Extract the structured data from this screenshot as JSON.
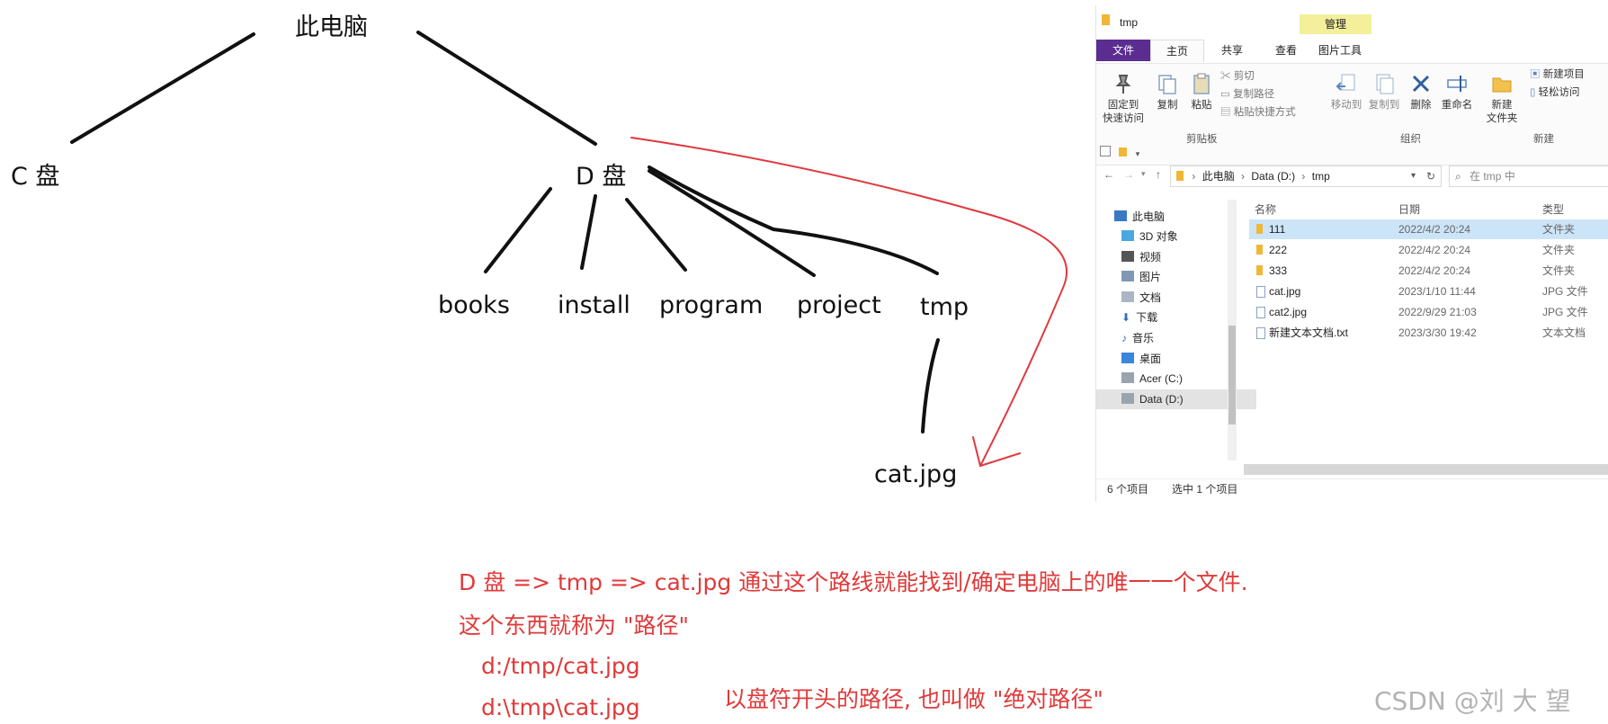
{
  "tree": {
    "root": "此电脑",
    "drive_c": "C 盘",
    "drive_d": "D 盘",
    "folders": [
      "books",
      "install",
      "program",
      "project",
      "tmp"
    ],
    "file": "cat.jpg"
  },
  "annotation": {
    "line1": "D 盘 => tmp => cat.jpg 通过这个路线就能找到/确定电脑上的唯一一个文件.",
    "line2": "这个东西就称为 \"路径\"",
    "path_forward": "d:/tmp/cat.jpg",
    "path_backslash": "d:\\tmp\\cat.jpg",
    "absolute_note": "以盘符开头的路径, 也叫做 \"绝对路径\""
  },
  "watermark": "CSDN @刘 大 望",
  "colors": {
    "annotation": "#e03a3a",
    "arrow": "#e0393e",
    "manage_tab": "#f3ef9a",
    "file_tab": "#1e6fb8",
    "selection": "#cce4f7"
  },
  "explorer": {
    "title": "tmp",
    "tabs": [
      "文件",
      "主页",
      "共享",
      "查看",
      "图片工具"
    ],
    "manage_label": "管理",
    "ribbon": {
      "pin": "固定到\n快速访问",
      "copy": "复制",
      "paste": "粘贴",
      "cut": "剪切",
      "copy_path": "复制路径",
      "paste_shortcut": "粘贴快捷方式",
      "move_to": "移动到",
      "copy_to": "复制到",
      "delete": "删除",
      "rename": "重命名",
      "new_folder": "新建\n文件夹",
      "new_item": "新建项目",
      "easy_access": "轻松访问",
      "group_clipboard": "剪贴板",
      "group_organize": "组织",
      "group_new": "新建"
    },
    "breadcrumb": [
      "此电脑",
      "Data (D:)",
      "tmp"
    ],
    "search_placeholder": "在 tmp 中",
    "columns": {
      "name": "名称",
      "date": "日期",
      "type": "类型"
    },
    "nav": [
      "此电脑",
      "3D 对象",
      "视频",
      "图片",
      "文档",
      "下载",
      "音乐",
      "桌面",
      "Acer (C:)",
      "Data (D:)"
    ],
    "files": [
      {
        "name": "111",
        "date": "2022/4/2 20:24",
        "type": "文件夹",
        "icon": "folder-icon",
        "selected": true
      },
      {
        "name": "222",
        "date": "2022/4/2 20:24",
        "type": "文件夹",
        "icon": "folder-icon",
        "selected": false
      },
      {
        "name": "333",
        "date": "2022/4/2 20:24",
        "type": "文件夹",
        "icon": "folder-icon",
        "selected": false
      },
      {
        "name": "cat.jpg",
        "date": "2023/1/10 11:44",
        "type": "JPG 文件",
        "icon": "image-file-icon",
        "selected": false
      },
      {
        "name": "cat2.jpg",
        "date": "2022/9/29 21:03",
        "type": "JPG 文件",
        "icon": "image-file-icon",
        "selected": false
      },
      {
        "name": "新建文本文档.txt",
        "date": "2023/3/30 19:42",
        "type": "文本文档",
        "icon": "text-file-icon",
        "selected": false
      }
    ],
    "status": {
      "count": "6 个项目",
      "selected": "选中 1 个项目"
    }
  }
}
